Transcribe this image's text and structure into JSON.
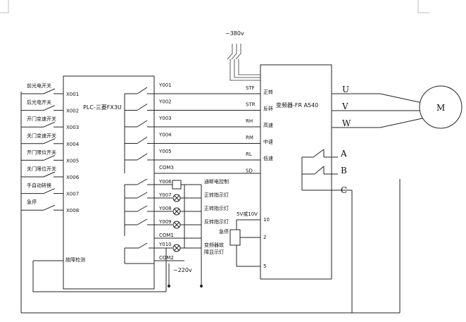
{
  "mains_supply": "~380v",
  "control_supply": "~220v",
  "plc": {
    "title": "PLC-三菱FX3U",
    "inputs": [
      {
        "switch": "前光电开关",
        "terminal": "X001"
      },
      {
        "switch": "后光电开关",
        "terminal": "X002"
      },
      {
        "switch": "开门变速开关",
        "terminal": "X003"
      },
      {
        "switch": "关门变速开关",
        "terminal": "X004"
      },
      {
        "switch": "开门限位开关",
        "terminal": "X005"
      },
      {
        "switch": "关门限位开关",
        "terminal": "X006"
      },
      {
        "switch": "手自动转换",
        "terminal": "X007"
      },
      {
        "switch": "急停",
        "terminal": "X008"
      }
    ],
    "fault_input": "故障检测",
    "outputs": [
      "Y001",
      "Y002",
      "Y003",
      "Y004",
      "Y005"
    ],
    "com3": "COM3",
    "lamp_outputs": [
      {
        "terminal": "Y006",
        "label": "通断电控制"
      },
      {
        "terminal": "Y007",
        "label": "正转指示灯"
      },
      {
        "terminal": "Y008",
        "label": "正转指示灯"
      },
      {
        "terminal": "Y009",
        "label": "反转指示灯"
      }
    ],
    "com1": "COM1",
    "y010": "Y010",
    "y010_label": "变频器故障显示灯",
    "com2": "COM2"
  },
  "inverter": {
    "title": "变频器-FR A540",
    "inputs": [
      {
        "terminal": "STF",
        "label": "正转"
      },
      {
        "terminal": "STR",
        "label": "反转"
      },
      {
        "terminal": "RH",
        "label": "高速"
      },
      {
        "terminal": "RM",
        "label": "中速"
      },
      {
        "terminal": "RL",
        "label": "低速"
      },
      {
        "terminal": "SD",
        "label": ""
      }
    ],
    "analog_terminals": [
      "10",
      "2",
      "5"
    ],
    "analog_note": "5V或10V",
    "estop_label": "急停",
    "outputs": [
      "U",
      "V",
      "W"
    ],
    "fault_contacts": [
      "A",
      "B",
      "C"
    ]
  },
  "motor": "M"
}
